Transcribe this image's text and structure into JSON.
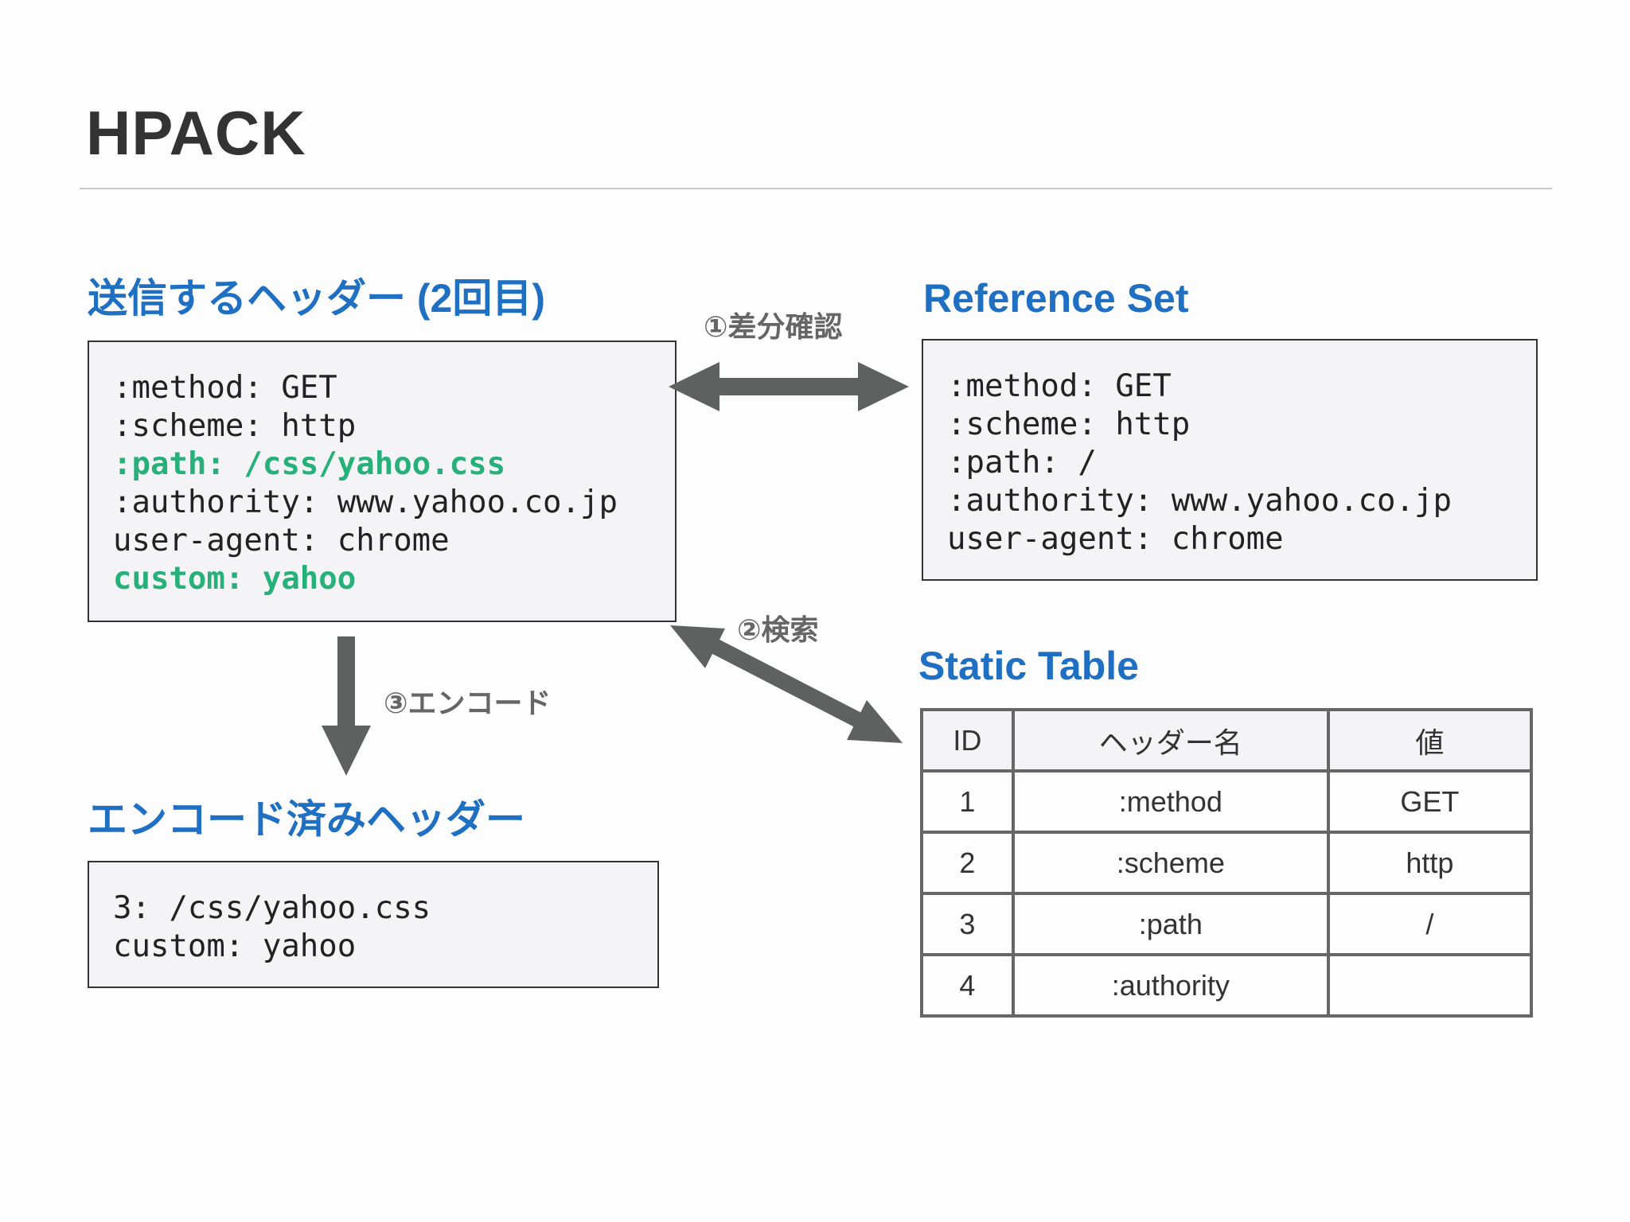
{
  "title": "HPACK",
  "sent_headers": {
    "heading": "送信するヘッダー (2回目)",
    "lines": [
      {
        "text": ":method: GET",
        "highlight": false
      },
      {
        "text": ":scheme: http",
        "highlight": false
      },
      {
        "text": ":path: /css/yahoo.css",
        "highlight": true
      },
      {
        "text": ":authority: www.yahoo.co.jp",
        "highlight": false
      },
      {
        "text": "user-agent: chrome",
        "highlight": false
      },
      {
        "text": "custom: yahoo",
        "highlight": true
      }
    ]
  },
  "reference_set": {
    "heading": "Reference Set",
    "lines": [
      ":method: GET",
      ":scheme: http",
      ":path: /",
      ":authority: www.yahoo.co.jp",
      "user-agent: chrome"
    ]
  },
  "encoded_headers": {
    "heading": "エンコード済みヘッダー",
    "lines": [
      "3: /css/yahoo.css",
      "custom: yahoo"
    ]
  },
  "static_table": {
    "heading": "Static Table",
    "columns": [
      "ID",
      "ヘッダー名",
      "値"
    ],
    "rows": [
      [
        "1",
        ":method",
        "GET"
      ],
      [
        "2",
        ":scheme",
        "http"
      ],
      [
        "3",
        ":path",
        "/"
      ],
      [
        "4",
        ":authority",
        ""
      ]
    ]
  },
  "steps": {
    "diff": "①差分確認",
    "lookup": "②検索",
    "encode": "③エンコード"
  },
  "colors": {
    "heading": "#1f6fc2",
    "highlight": "#27b07a",
    "arrow": "#5f6060",
    "box_border": "#333333",
    "box_fill": "#f4f4f6"
  }
}
